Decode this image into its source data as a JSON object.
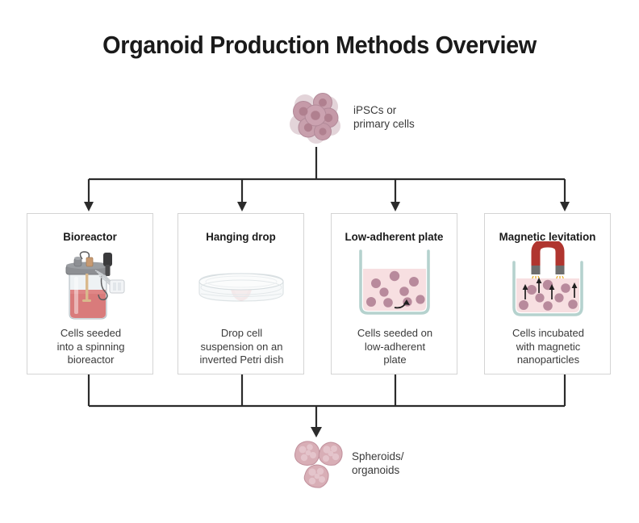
{
  "title": "Organoid Production Methods Overview",
  "source": {
    "icon": "cell-cluster-icon",
    "label_line1": "iPSCs or",
    "label_line2": "primary cells"
  },
  "methods": [
    {
      "title": "Bioreactor",
      "icon": "bioreactor-icon",
      "caption_line1": "Cells seeded",
      "caption_line2": "into a spinning",
      "caption_line3": "bioreactor"
    },
    {
      "title": "Hanging drop",
      "icon": "petri-dish-icon",
      "caption_line1": "Drop cell",
      "caption_line2": "suspension on an",
      "caption_line3": "inverted Petri dish"
    },
    {
      "title": "Low-adherent plate",
      "icon": "well-plate-icon",
      "caption_line1": "Cells seeded on",
      "caption_line2": "low-adherent",
      "caption_line3": "plate"
    },
    {
      "title": "Magnetic levitation",
      "icon": "magnet-well-icon",
      "caption_line1": "Cells incubated",
      "caption_line2": "with magnetic",
      "caption_line3": "nanoparticles"
    }
  ],
  "output": {
    "icon": "spheroids-icon",
    "label_line1": "Spheroids/",
    "label_line2": "organoids"
  },
  "colors": {
    "background": "#ffffff",
    "title_text": "#1a1a1a",
    "body_text": "#3a3a3a",
    "connector": "#2b2b2b",
    "box_border": "#d4d4d4",
    "cell_body": "#c59aa8",
    "cell_nucleus": "#b0808f",
    "cell_halo": "#d8c2ca",
    "spheroid": "#d8aeb6",
    "spheroid_inner": "#e7c9cf",
    "medium_pink": "#f7dfe1",
    "bioreactor_medium": "#d97b7b",
    "well_wall": "#b5d2ce",
    "magnet_red": "#b0352f",
    "magnet_pole": "#6e6e6e",
    "spark_yellow": "#e8b33a",
    "bioreactor_cap": "#8d8f93"
  }
}
